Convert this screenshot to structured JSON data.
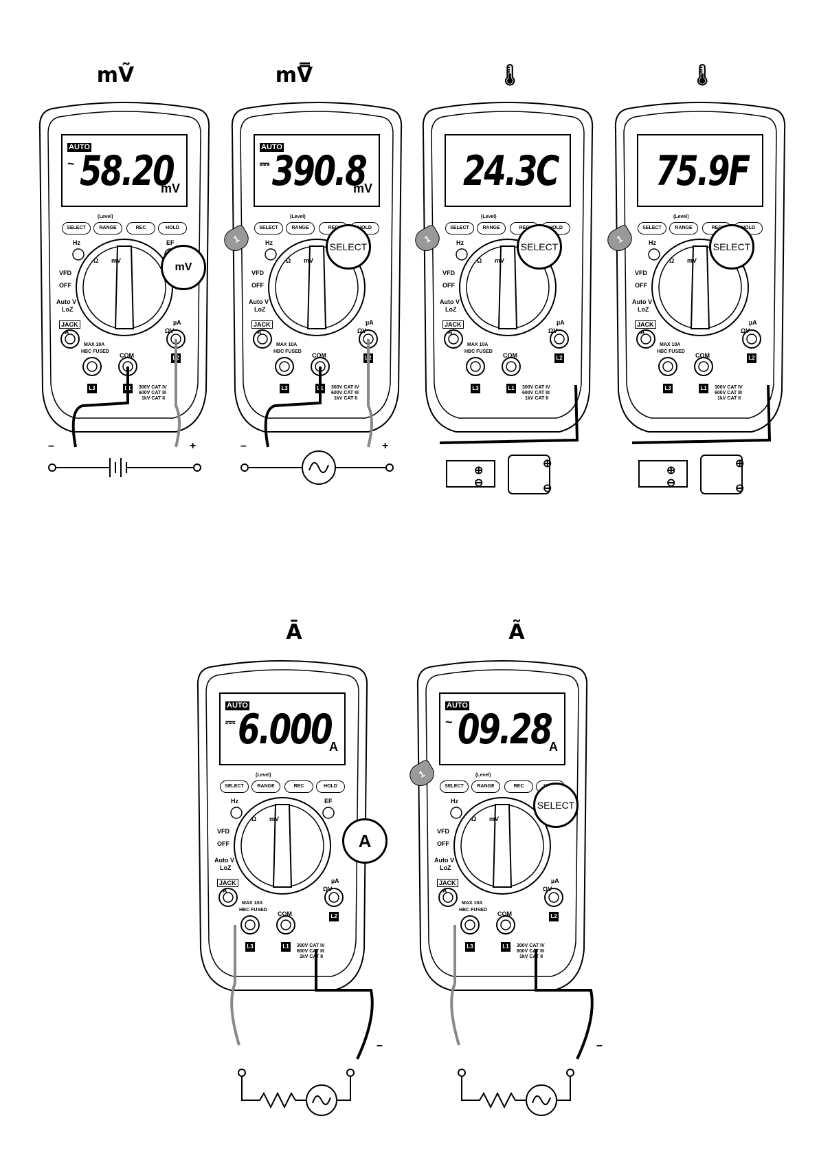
{
  "modes": [
    "mṼ",
    "mV̿",
    "🌡",
    "🌡",
    "Ā",
    "Ã"
  ],
  "displays": [
    {
      "auto": "AUTO",
      "sym": "~",
      "reading": "58.20",
      "unit": "mV"
    },
    {
      "auto": "AUTO",
      "sym": "⎓",
      "reading": "390.8",
      "unit": "mV"
    },
    {
      "auto": "",
      "sym": "",
      "reading": "24.3C",
      "unit": ""
    },
    {
      "auto": "",
      "sym": "",
      "reading": "75.9F",
      "unit": ""
    },
    {
      "auto": "AUTO",
      "sym": "⎓",
      "reading": "6.000",
      "unit": "A"
    },
    {
      "auto": "AUTO",
      "sym": "~",
      "reading": "09.28",
      "unit": "A"
    }
  ],
  "buttons": [
    "SELECT",
    "RANGE",
    "REC",
    "HOLD"
  ],
  "button_top_label": "(Level)",
  "dial_labels": {
    "hz": "Hz",
    "ef": "EF",
    "vfd": "VFD",
    "off": "OFF",
    "auto_v": "Auto V",
    "loz": "LoZ",
    "jack": "JACK",
    "a": "A",
    "mv": "mV",
    "ohm": "Ω",
    "ua": "µA",
    "ohm_v": "ΩV",
    "max": "MAX 10A",
    "fused": "HBC FUSED",
    "com": "COM",
    "cat4": "300V CAT IV",
    "cat3": "600V CAT III",
    "cat2": "1kV CAT II"
  },
  "jacks": [
    "L1",
    "L2",
    "L3"
  ],
  "callouts": {
    "select": "SELECT",
    "a": "A",
    "step": "1"
  },
  "polarity": {
    "minus": "–",
    "plus": "+"
  },
  "probe_marks": {
    "plus": "⊕",
    "minus": "⊖"
  }
}
